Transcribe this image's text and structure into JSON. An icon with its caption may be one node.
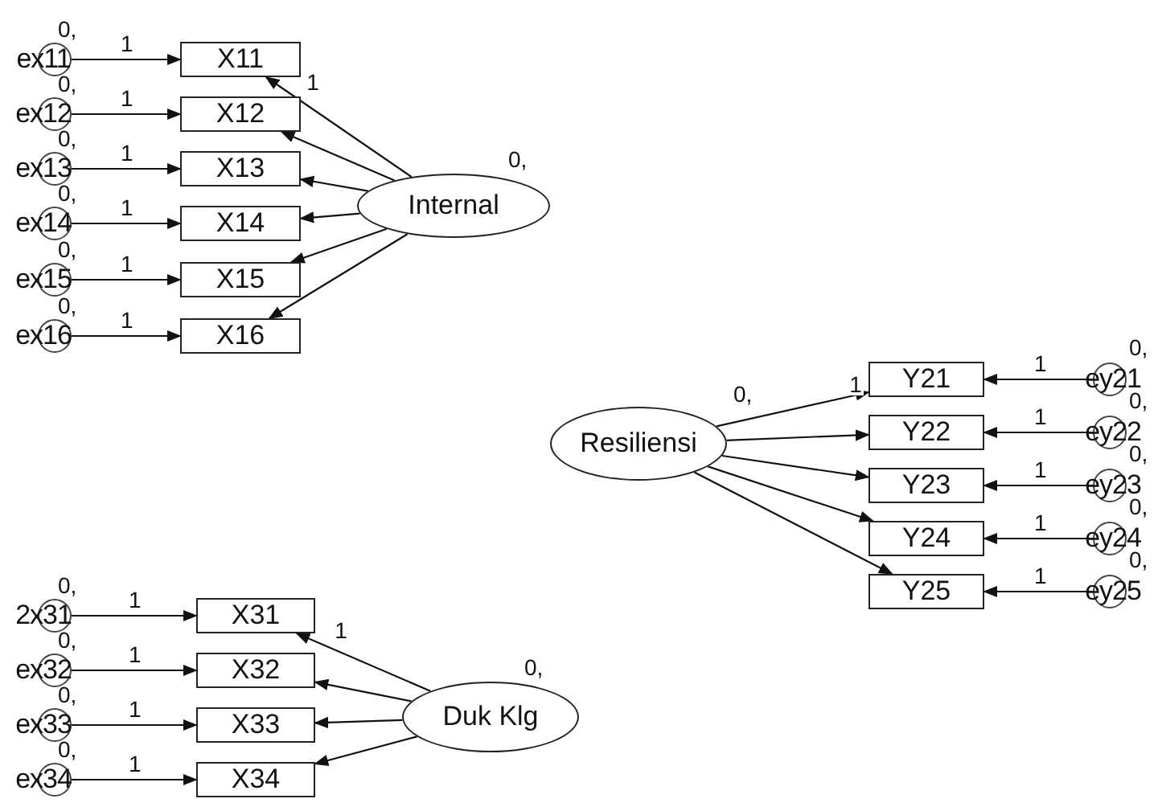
{
  "diagram": {
    "nodes": [
      {
        "text": [
          "ex11"
        ],
        "beside": [
          "0,"
        ]
      },
      {
        "text": [
          "ex12"
        ],
        "beside": [
          "0,"
        ]
      },
      {
        "text": [
          "ex13"
        ],
        "beside": [
          "0,"
        ]
      },
      {
        "text": [
          "ex14"
        ],
        "beside": [
          "0,"
        ]
      },
      {
        "text": [
          "ex15"
        ],
        "beside": [
          "0,"
        ]
      },
      {
        "text": [
          "ex16"
        ],
        "beside": [
          "0,"
        ]
      },
      {
        "text": [
          "X11"
        ]
      },
      {
        "text": [
          "X12"
        ]
      },
      {
        "text": [
          "X13"
        ]
      },
      {
        "text": [
          "X14"
        ]
      },
      {
        "text": [
          "X15"
        ]
      },
      {
        "text": [
          "X16"
        ]
      },
      {
        "text": [
          "Internal"
        ],
        "beside": [
          "0,"
        ]
      },
      {
        "text": [
          "Resiliensi"
        ],
        "beside": [
          "0,"
        ]
      },
      {
        "text": [
          "Y21"
        ]
      },
      {
        "text": [
          "Y22"
        ]
      },
      {
        "text": [
          "Y23"
        ]
      },
      {
        "text": [
          "Y24"
        ]
      },
      {
        "text": [
          "Y25"
        ]
      },
      {
        "text": [
          "ey21"
        ],
        "beside": [
          "0,"
        ]
      },
      {
        "text": [
          "ey22"
        ],
        "beside": [
          "0,"
        ]
      },
      {
        "text": [
          "ey23"
        ],
        "beside": [
          "0,"
        ]
      },
      {
        "text": [
          "ey24"
        ],
        "beside": [
          "0,"
        ]
      },
      {
        "text": [
          "ey25"
        ],
        "beside": [
          "0,"
        ]
      },
      {
        "text": [
          "2x31"
        ],
        "beside": [
          "0,"
        ]
      },
      {
        "text": [
          "ex32"
        ],
        "beside": [
          "0,"
        ]
      },
      {
        "text": [
          "ex33"
        ],
        "beside": [
          "0,"
        ]
      },
      {
        "text": [
          "ex34"
        ],
        "beside": [
          "0,"
        ]
      },
      {
        "text": [
          "X31"
        ]
      },
      {
        "text": [
          "X32"
        ]
      },
      {
        "text": [
          "X33"
        ]
      },
      {
        "text": [
          "X34"
        ]
      },
      {
        "text": [
          "Duk Klg"
        ],
        "beside": [
          "0,"
        ]
      }
    ],
    "edges": [
      {
        "from": 0,
        "to": 6,
        "arrow": "to",
        "label": "1"
      },
      {
        "from": 1,
        "to": 7,
        "arrow": "to",
        "label": "1"
      },
      {
        "from": 2,
        "to": 8,
        "arrow": "to",
        "label": "1"
      },
      {
        "from": 3,
        "to": 9,
        "arrow": "to",
        "label": "1"
      },
      {
        "from": 4,
        "to": 10,
        "arrow": "to",
        "label": "1"
      },
      {
        "from": 5,
        "to": 11,
        "arrow": "to",
        "label": "1"
      },
      {
        "from": 12,
        "to": 6,
        "arrow": "to",
        "label": "1"
      },
      {
        "from": 12,
        "to": 7,
        "arrow": "to"
      },
      {
        "from": 12,
        "to": 8,
        "arrow": "to"
      },
      {
        "from": 12,
        "to": 9,
        "arrow": "to"
      },
      {
        "from": 12,
        "to": 10,
        "arrow": "to"
      },
      {
        "from": 12,
        "to": 11,
        "arrow": "to"
      },
      {
        "from": 13,
        "to": 14,
        "arrow": "to",
        "label": "1"
      },
      {
        "from": 13,
        "to": 15,
        "arrow": "to"
      },
      {
        "from": 13,
        "to": 16,
        "arrow": "to"
      },
      {
        "from": 13,
        "to": 17,
        "arrow": "to"
      },
      {
        "from": 13,
        "to": 18,
        "arrow": "to"
      },
      {
        "from": 19,
        "to": 14,
        "arrow": "to",
        "label": "1"
      },
      {
        "from": 20,
        "to": 15,
        "arrow": "to",
        "label": "1"
      },
      {
        "from": 21,
        "to": 16,
        "arrow": "to",
        "label": "1"
      },
      {
        "from": 22,
        "to": 17,
        "arrow": "to",
        "label": "1"
      },
      {
        "from": 23,
        "to": 18,
        "arrow": "to",
        "label": "1"
      },
      {
        "from": 24,
        "to": 28,
        "arrow": "to",
        "label": "1"
      },
      {
        "from": 25,
        "to": 29,
        "arrow": "to",
        "label": "1"
      },
      {
        "from": 26,
        "to": 30,
        "arrow": "to",
        "label": "1"
      },
      {
        "from": 27,
        "to": 31,
        "arrow": "to",
        "label": "1"
      },
      {
        "from": 32,
        "to": 28,
        "arrow": "to",
        "label": "1"
      },
      {
        "from": 32,
        "to": 29,
        "arrow": "to"
      },
      {
        "from": 32,
        "to": 30,
        "arrow": "to"
      },
      {
        "from": 32,
        "to": 31,
        "arrow": "to"
      }
    ]
  }
}
